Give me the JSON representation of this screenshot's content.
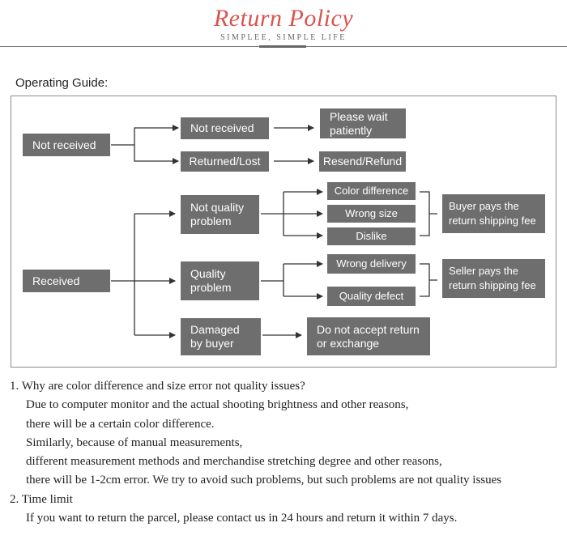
{
  "header": {
    "title": "Return Policy",
    "subtitle": "SIMPLEE, SIMPLE LIFE"
  },
  "guide_label": "Operating Guide:",
  "flow": {
    "not_received_root": "Not received",
    "not_received_child": "Not received",
    "please_wait": "Please wait patiently",
    "returned_lost": "Returned/Lost",
    "resend_refund": "Resend/Refund",
    "received_root": "Received",
    "not_quality_problem": "Not quality problem",
    "color_difference": "Color difference",
    "wrong_size": "Wrong size",
    "dislike": "Dislike",
    "buyer_pays": "Buyer pays the return shipping fee",
    "quality_problem": "Quality problem",
    "wrong_delivery": "Wrong delivery",
    "quality_defect": "Quality defect",
    "seller_pays": "Seller pays the return shipping fee",
    "damaged_by_buyer": "Damaged by buyer",
    "do_not_accept": "Do not accept return or exchange"
  },
  "faq": {
    "q1": "1. Why are color difference and size error not quality issues?",
    "a1_l1": "Due to computer monitor and the actual shooting brightness and other reasons,",
    "a1_l2": "there will be a certain color difference.",
    "a1_l3": "Similarly, because of manual measurements,",
    "a1_l4": "different measurement methods and merchandise stretching degree and other reasons,",
    "a1_l5": "there will be 1-2cm error. We try to avoid such problems, but such problems are not quality issues",
    "q2": "2. Time limit",
    "a2_l1": "If you want to return the parcel, please contact us in 24 hours and return it within 7 days."
  }
}
